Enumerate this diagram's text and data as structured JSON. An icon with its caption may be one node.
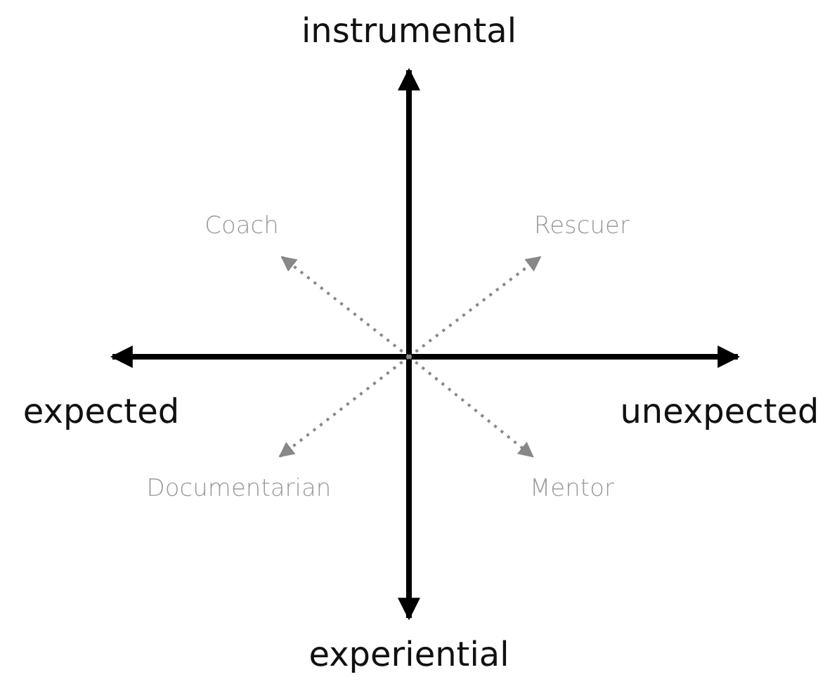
{
  "diagram": {
    "nodes": [
      {
        "text": [
          "Coach"
        ]
      },
      {
        "text": [
          "Rescuer"
        ]
      },
      {
        "text": [
          "Documentarian"
        ]
      },
      {
        "text": [
          "Mentor"
        ]
      }
    ],
    "edges": [
      {
        "from": null,
        "to": 0,
        "arrow": "to",
        "style": "dashed",
        "color": "#888888"
      },
      {
        "from": null,
        "to": 1,
        "arrow": "to",
        "style": "dashed",
        "color": "#888888"
      },
      {
        "from": null,
        "to": 2,
        "arrow": "to",
        "style": "dashed",
        "color": "#888888"
      },
      {
        "from": null,
        "to": 3,
        "arrow": "to",
        "style": "dashed",
        "color": "#888888"
      }
    ],
    "labels": [
      "instrumental",
      "expected",
      "unexpected",
      "experiential"
    ]
  }
}
